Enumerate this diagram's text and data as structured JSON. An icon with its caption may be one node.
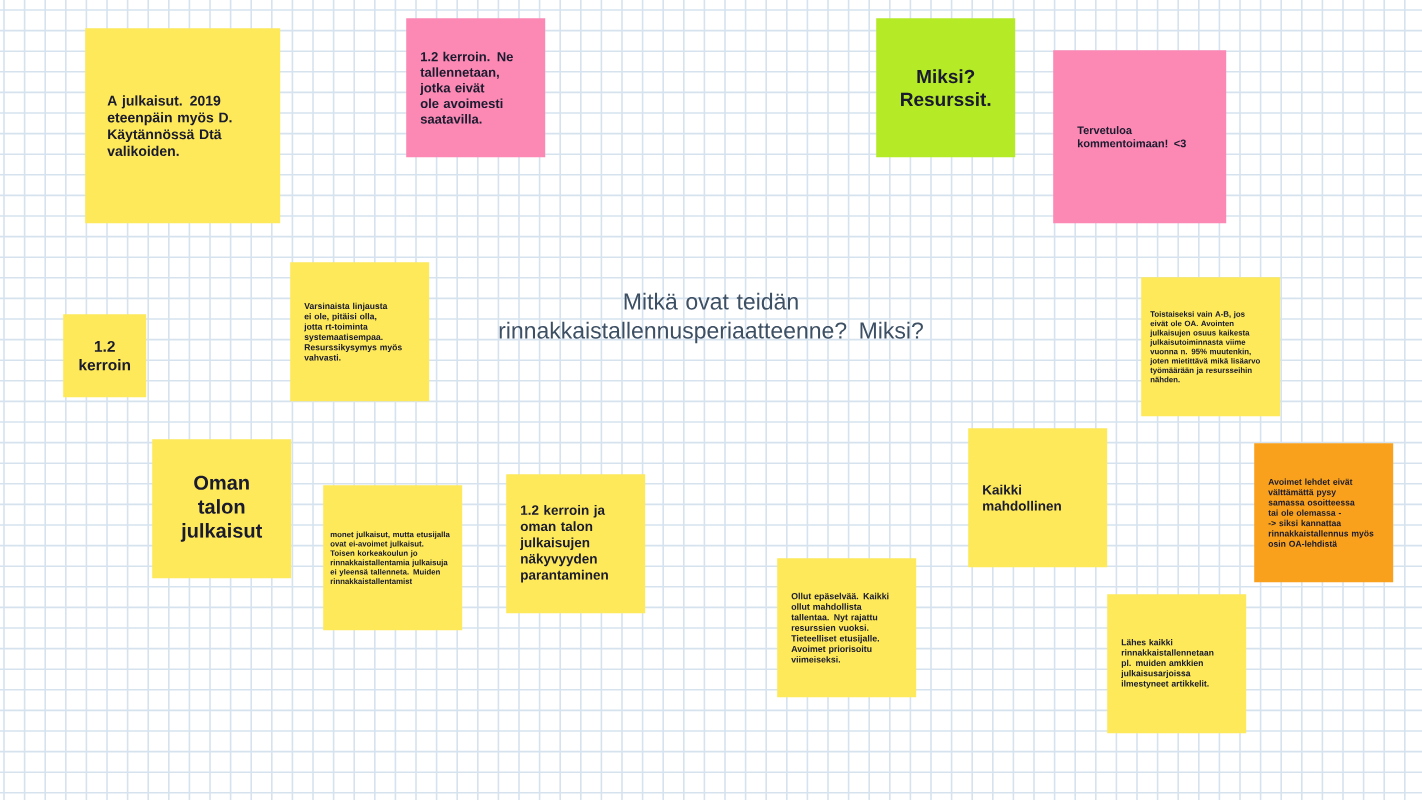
{
  "diagram": {
    "title": "Mitkä ovat teidän rinnakkaistallennusperiaatteenne? Miksi?",
    "nodes": [
      {
        "text": [
          "A julkaisut. 2019 eteenpäin myös D. Käytännössä Dtä valikoiden."
        ]
      },
      {
        "text": [
          "1.2 kerroin. Ne tallennetaan, jotka eivät ole avoimesti saatavilla."
        ]
      },
      {
        "text": [
          "Miksi? Resurssit."
        ]
      },
      {
        "text": [
          "Tervetuloa kommentoimaan! <3"
        ]
      },
      {
        "text": [
          "Varsinaista linjausta ei ole, pitäisi olla, jotta rt-toiminta systemaatisempaa. Resurssikysymys myös vahvasti."
        ]
      },
      {
        "text": [
          "1.2 kerroin"
        ]
      },
      {
        "text": [
          "Oman talon julkaisut"
        ]
      },
      {
        "text": [
          "monet julkaisut, mutta etusijalla ovat ei-avoimet julkaisut. Toisen korkeakoulun jo rinnakkaistallentamia julkaisuja ei yleensä tallenneta. Muiden rinnakkaistallentamist"
        ]
      },
      {
        "text": [
          "1.2 kerroin ja oman talon julkaisujen näkyvyyden parantaminen"
        ]
      },
      {
        "text": [
          "Ollut epäselvää. Kaikki ollut mahdollista tallentaa. Nyt rajattu resurssien vuoksi. Tieteelliset etusijalle. Avoimet priorisoitu viimeiseksi."
        ]
      },
      {
        "text": [
          "Kaikki mahdollinen"
        ]
      },
      {
        "text": [
          "Toistaiseksi vain A-B, jos eivät ole OA. Avointen julkaisujen osuus kaikesta julkaisutoiminnasta viime vuonna n. 95% muutenkin, joten mietittävä mikä lisäarvo työmäärään ja resursseihin nähden."
        ]
      },
      {
        "text": [
          "Avoimet lehdet eivät välttämättä pysy samassa osoitteessa tai ole olemassa --> siksi kannattaa rinnakkaistallennus myös osin OA-lehdistä"
        ]
      },
      {
        "text": [
          "Lähes kaikki rinnakkaistallennetaan pl. muiden amkkien julkaisusarjoissa ilmestyneet artikkelit."
        ]
      }
    ]
  }
}
